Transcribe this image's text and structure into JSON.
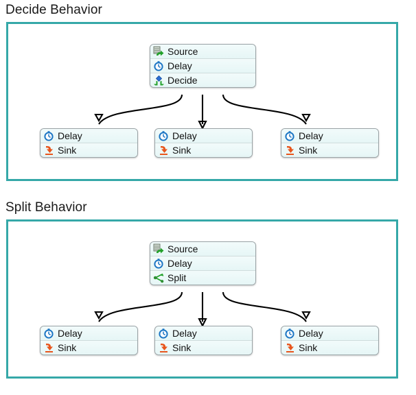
{
  "page": {
    "background": "#ffffff",
    "panel_border_color": "#35a8a8",
    "node_fill_color": "#eaf8f8",
    "node_border_color": "#9aa3a6",
    "connector_color": "#000000"
  },
  "sections": [
    {
      "id": "decide",
      "title": "Decide Behavior",
      "root_node": {
        "name": "decide-root-node",
        "rows": [
          {
            "icon": "source-icon",
            "label": "Source"
          },
          {
            "icon": "delay-icon",
            "label": "Delay"
          },
          {
            "icon": "decide-icon",
            "label": "Decide"
          }
        ]
      },
      "leaf_nodes": [
        {
          "name": "decide-leaf-node-left",
          "rows": [
            {
              "icon": "delay-icon",
              "label": "Delay"
            },
            {
              "icon": "sink-icon",
              "label": "Sink"
            }
          ]
        },
        {
          "name": "decide-leaf-node-center",
          "rows": [
            {
              "icon": "delay-icon",
              "label": "Delay"
            },
            {
              "icon": "sink-icon",
              "label": "Sink"
            }
          ]
        },
        {
          "name": "decide-leaf-node-right",
          "rows": [
            {
              "icon": "delay-icon",
              "label": "Delay"
            },
            {
              "icon": "sink-icon",
              "label": "Sink"
            }
          ]
        }
      ]
    },
    {
      "id": "split",
      "title": "Split Behavior",
      "root_node": {
        "name": "split-root-node",
        "rows": [
          {
            "icon": "source-icon",
            "label": "Source"
          },
          {
            "icon": "delay-icon",
            "label": "Delay"
          },
          {
            "icon": "split-icon",
            "label": "Split"
          }
        ]
      },
      "leaf_nodes": [
        {
          "name": "split-leaf-node-left",
          "rows": [
            {
              "icon": "delay-icon",
              "label": "Delay"
            },
            {
              "icon": "sink-icon",
              "label": "Sink"
            }
          ]
        },
        {
          "name": "split-leaf-node-center",
          "rows": [
            {
              "icon": "delay-icon",
              "label": "Delay"
            },
            {
              "icon": "sink-icon",
              "label": "Sink"
            }
          ]
        },
        {
          "name": "split-leaf-node-right",
          "rows": [
            {
              "icon": "delay-icon",
              "label": "Delay"
            },
            {
              "icon": "sink-icon",
              "label": "Sink"
            }
          ]
        }
      ]
    }
  ],
  "icon_colors": {
    "source_grid": "#8a9a8a",
    "source_arrow": "#22a12a",
    "delay": "#1c76c4",
    "decide": "#2a6fd4",
    "decide_arrows": "#22a12a",
    "split": "#22a12a",
    "sink": "#e8551c"
  }
}
